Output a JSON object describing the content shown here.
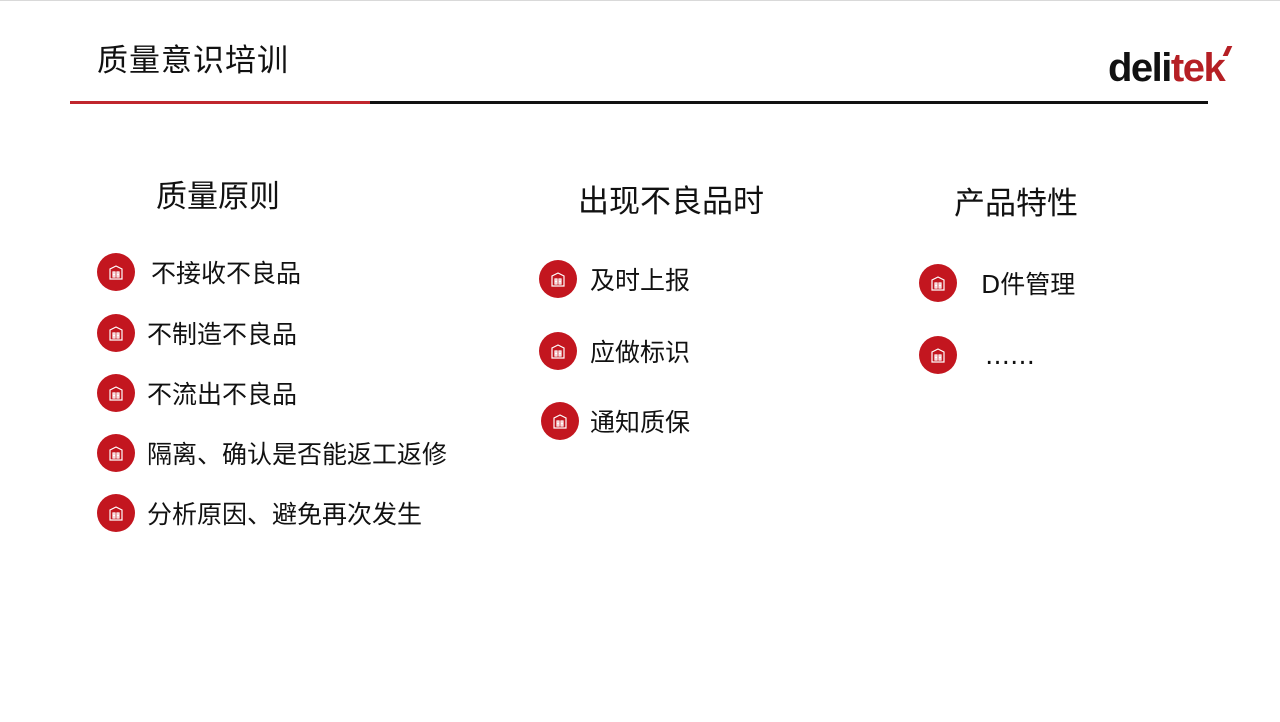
{
  "slide": {
    "title": "质量意识培训",
    "logo": {
      "dark": "deli",
      "accent": "tek"
    }
  },
  "colors": {
    "accent": "#c3161f",
    "rule_red": "#c0262d",
    "text": "#111111"
  },
  "bullet_icon": "building-icon",
  "columns": [
    {
      "heading": "质量原则",
      "items": [
        "不接收不良品",
        "不制造不良品",
        "不流出不良品",
        "隔离、确认是否能返工返修",
        "分析原因、避免再次发生"
      ]
    },
    {
      "heading": "出现不良品时",
      "items": [
        "及时上报",
        "应做标识",
        "通知质保"
      ]
    },
    {
      "heading": "产品特性",
      "items": [
        "D件管理",
        "……"
      ]
    }
  ]
}
